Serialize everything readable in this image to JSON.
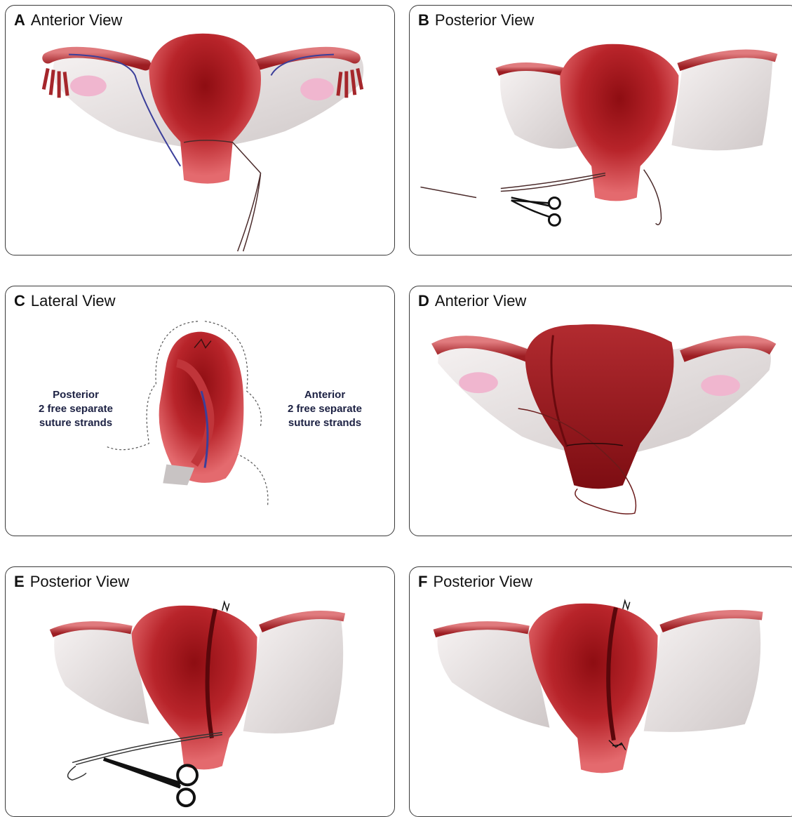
{
  "panels": [
    {
      "letter": "A",
      "title": "Anterior View"
    },
    {
      "letter": "B",
      "title": "Posterior View"
    },
    {
      "letter": "C",
      "title": "Lateral View"
    },
    {
      "letter": "D",
      "title": "Anterior View"
    },
    {
      "letter": "E",
      "title": "Posterior View"
    },
    {
      "letter": "F",
      "title": "Posterior View"
    }
  ],
  "lateral_notes": {
    "posterior": {
      "line1": "Posterior",
      "line2": "2 free separate",
      "line3": "suture strands"
    },
    "anterior": {
      "line1": "Anterior",
      "line2": "2 free separate",
      "line3": "suture strands"
    }
  },
  "colors": {
    "uterus_dark": "#8e0d12",
    "uterus_light": "#e46a6e",
    "ligament": "#e9e4e4",
    "ovary": "#f0b6cf",
    "vessel": "#3b3f9a",
    "suture": "#4a2a2a",
    "border": "#3a3a3a",
    "note_text": "#1c2143"
  },
  "icons": [
    "scissors-icon",
    "suture-thread-icon"
  ]
}
